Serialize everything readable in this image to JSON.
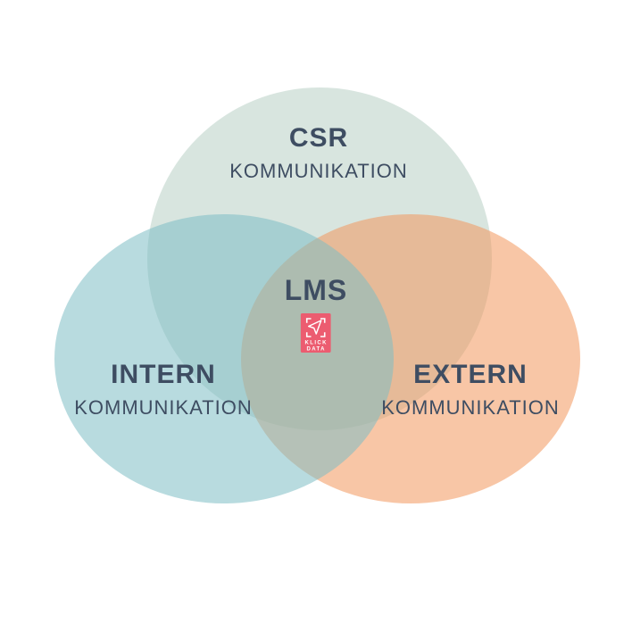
{
  "canvas": {
    "background": "#ffffff",
    "text_color": "#3e4d62"
  },
  "diagram": {
    "type": "venn",
    "circles": [
      {
        "id": "csr",
        "title": "CSR",
        "subtitle": "KOMMUNIKATION",
        "apparent_color": "#d8e5df",
        "fill_rgba": "rgba(184,208,197,0.55)"
      },
      {
        "id": "extern",
        "title": "EXTERN",
        "subtitle": "KOMMUNIKATION",
        "apparent_color": "#f8c6a6",
        "fill_rgba": "rgba(242,151,93,0.55)"
      },
      {
        "id": "intern",
        "title": "INTERN",
        "subtitle": "KOMMUNIKATION",
        "apparent_color": "#b8dbdf",
        "fill_rgba": "rgba(126,190,197,0.55)"
      }
    ],
    "center": {
      "label": "LMS"
    },
    "logo": {
      "color": "#ec5c70",
      "icon": "cursor-arrow-icon",
      "brand_lines": [
        "KLICK",
        "DATA"
      ]
    }
  }
}
